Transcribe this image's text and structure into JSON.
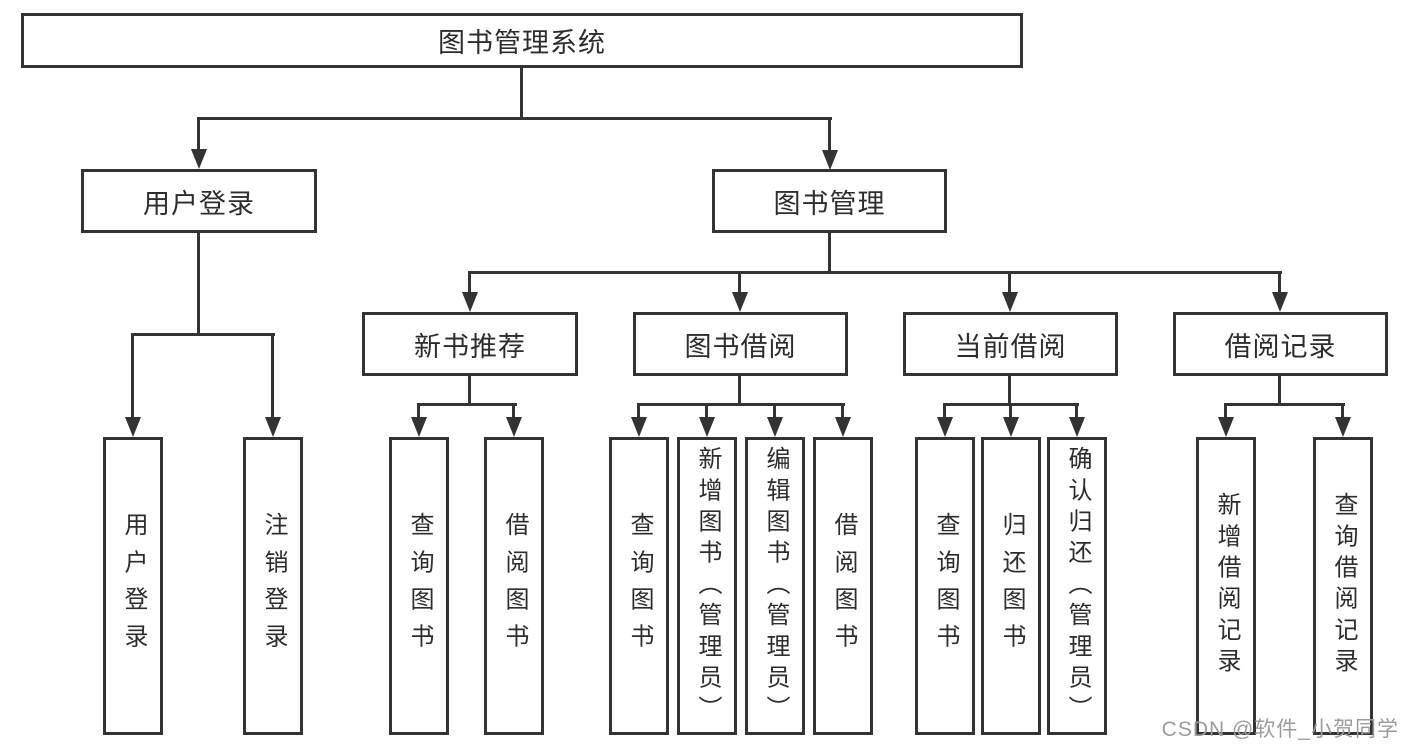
{
  "diagram": {
    "title": "图书管理系统",
    "colors": {
      "line": "#333333",
      "text": "#2d2d2d",
      "box_background": "#ffffff",
      "page_background": "#ffffff",
      "watermark": "#9c9c9c"
    },
    "nodes": {
      "system": {
        "label": "图书管理系统"
      },
      "user_login": {
        "label": "用户登录"
      },
      "book_mgmt": {
        "label": "图书管理"
      },
      "new_book_rec": {
        "label": "新书推荐"
      },
      "book_borrow": {
        "label": "图书借阅"
      },
      "current_borrow": {
        "label": "当前借阅"
      },
      "borrow_records": {
        "label": "借阅记录"
      },
      "leaf_user_login": {
        "label": "用户登录"
      },
      "leaf_logout": {
        "label": "注销登录"
      },
      "leaf_query_book_newrec": {
        "label": "查询图书"
      },
      "leaf_borrow_book_newrec": {
        "label": "借阅图书"
      },
      "leaf_query_book_borrow": {
        "label": "查询图书"
      },
      "leaf_add_book_admin": {
        "label": "新增图书（管理员）"
      },
      "leaf_edit_book_admin": {
        "label": "编辑图书（管理员）"
      },
      "leaf_borrow_book_borrow": {
        "label": "借阅图书"
      },
      "leaf_query_book_current": {
        "label": "查询图书"
      },
      "leaf_return_book": {
        "label": "归还图书"
      },
      "leaf_confirm_return_admin": {
        "label": "确认归还（管理员）"
      },
      "leaf_add_borrow_record": {
        "label": "新增借阅记录"
      },
      "leaf_query_borrow_record": {
        "label": "查询借阅记录"
      }
    },
    "edges": [
      [
        "system",
        "user_login"
      ],
      [
        "system",
        "book_mgmt"
      ],
      [
        "user_login",
        "leaf_user_login"
      ],
      [
        "user_login",
        "leaf_logout"
      ],
      [
        "book_mgmt",
        "new_book_rec"
      ],
      [
        "book_mgmt",
        "book_borrow"
      ],
      [
        "book_mgmt",
        "current_borrow"
      ],
      [
        "book_mgmt",
        "borrow_records"
      ],
      [
        "new_book_rec",
        "leaf_query_book_newrec"
      ],
      [
        "new_book_rec",
        "leaf_borrow_book_newrec"
      ],
      [
        "book_borrow",
        "leaf_query_book_borrow"
      ],
      [
        "book_borrow",
        "leaf_add_book_admin"
      ],
      [
        "book_borrow",
        "leaf_edit_book_admin"
      ],
      [
        "book_borrow",
        "leaf_borrow_book_borrow"
      ],
      [
        "current_borrow",
        "leaf_query_book_current"
      ],
      [
        "current_borrow",
        "leaf_return_book"
      ],
      [
        "current_borrow",
        "leaf_confirm_return_admin"
      ],
      [
        "borrow_records",
        "leaf_add_borrow_record"
      ],
      [
        "borrow_records",
        "leaf_query_borrow_record"
      ]
    ]
  },
  "watermark": {
    "text": "CSDN @软件_小贺同学"
  }
}
